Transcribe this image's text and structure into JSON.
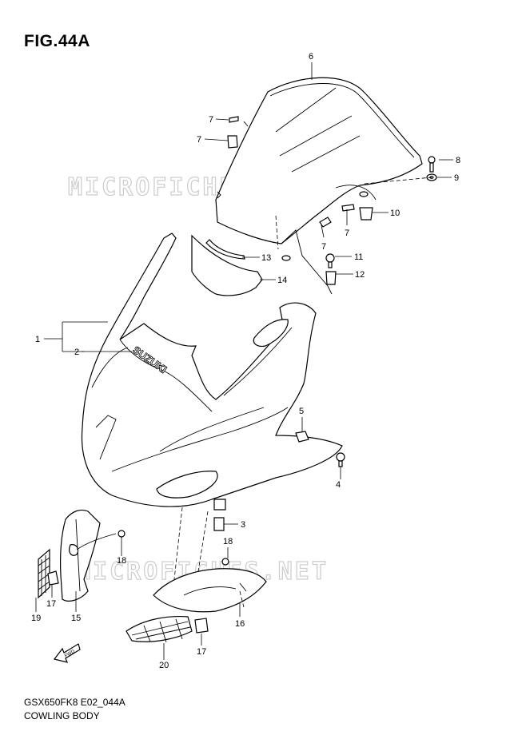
{
  "figure": {
    "title": "FIG.44A",
    "model_code": "GSX650FK8 E02_044A",
    "section_name": "COWLING BODY"
  },
  "watermark": {
    "text_top": "MICROFICHES.NET",
    "text_bottom": "MICROFICHES.NET"
  },
  "brand_on_part": "SUZUKI",
  "direction_marker": "FWD",
  "callouts": [
    {
      "id": "c1",
      "label": "1"
    },
    {
      "id": "c2",
      "label": "2"
    },
    {
      "id": "c3",
      "label": "3"
    },
    {
      "id": "c4",
      "label": "4"
    },
    {
      "id": "c5",
      "label": "5"
    },
    {
      "id": "c6",
      "label": "6"
    },
    {
      "id": "c7a",
      "label": "7"
    },
    {
      "id": "c7b",
      "label": "7"
    },
    {
      "id": "c7c",
      "label": "7"
    },
    {
      "id": "c7d",
      "label": "7"
    },
    {
      "id": "c8",
      "label": "8"
    },
    {
      "id": "c9",
      "label": "9"
    },
    {
      "id": "c10",
      "label": "10"
    },
    {
      "id": "c11",
      "label": "11"
    },
    {
      "id": "c12",
      "label": "12"
    },
    {
      "id": "c13",
      "label": "13"
    },
    {
      "id": "c14",
      "label": "14"
    },
    {
      "id": "c15",
      "label": "15"
    },
    {
      "id": "c16",
      "label": "16"
    },
    {
      "id": "c17a",
      "label": "17"
    },
    {
      "id": "c17b",
      "label": "17"
    },
    {
      "id": "c18a",
      "label": "18"
    },
    {
      "id": "c18b",
      "label": "18"
    },
    {
      "id": "c19",
      "label": "19"
    },
    {
      "id": "c20",
      "label": "20"
    }
  ]
}
